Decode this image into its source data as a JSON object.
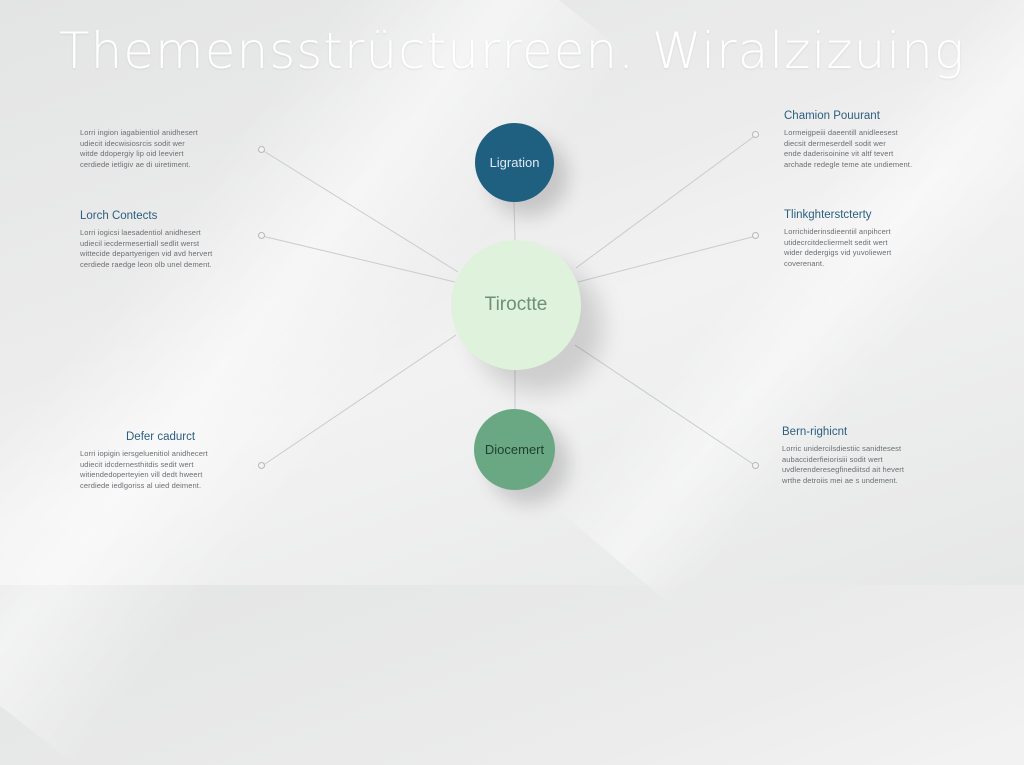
{
  "title": "Themensstrücturreen. Wiralzizuing",
  "nodes": {
    "top": "Ligration",
    "center": "Tiroctte",
    "bottom": "Diocemert"
  },
  "left_blocks": [
    {
      "heading": "",
      "body": "Lorri ingion iagabientiol anidhesert\nudiecit idecwisiosrcis sodit wer\nwitde ddopergiy lip oid leeviert\ncerdiede ietligiv ae di uiretiment."
    },
    {
      "heading": "Lorch Contects",
      "body": "Lorri iogicsi laesadentiol anidhesert\nudiecil iecdermesertiall sedlit werst\nwittecide departyerigen vid avd hervert\ncerdiede raedge leon olb unel dement."
    },
    {
      "heading": "Defer cadurct",
      "body": "Lorri iopigin iersgeluenitiol anidhecert\nudiecit idcdernesthitdis sedit wert\nwitiendedoperteyien vill dedt hweert\ncerdiede iedlgoriss al uied deiment."
    }
  ],
  "right_blocks": [
    {
      "heading": "Chamion Pouurant",
      "body": "Lormeigpeiii daeentill anidleesest\ndiecsit dermeserdell sodit wer\nende daderisoinine vit altf tevert\narchade redegle teme ate undiement."
    },
    {
      "heading": "Tlinkghterstcterty",
      "body": "Lorrichiderinsdieentiil anpihcert\nutidecrcitdecliermelt sedit wert\nwider dedergigs vid yuvoliewert\ncoverenant."
    },
    {
      "heading": "Bern-righicnt",
      "body": "Lorric unidercilsdiestiic sanidtesest\naubacciderfieiorisiii sodit wert\nuvdlerenderesegfinediitsd ait hevert\nwrthe detroiis mei ae s undement."
    }
  ],
  "colors": {
    "node_top": "#1f5f80",
    "node_center": "#dff3dc",
    "node_bottom": "#6aa884",
    "heading": "#2b5f80",
    "line": "#c9cbcd"
  }
}
